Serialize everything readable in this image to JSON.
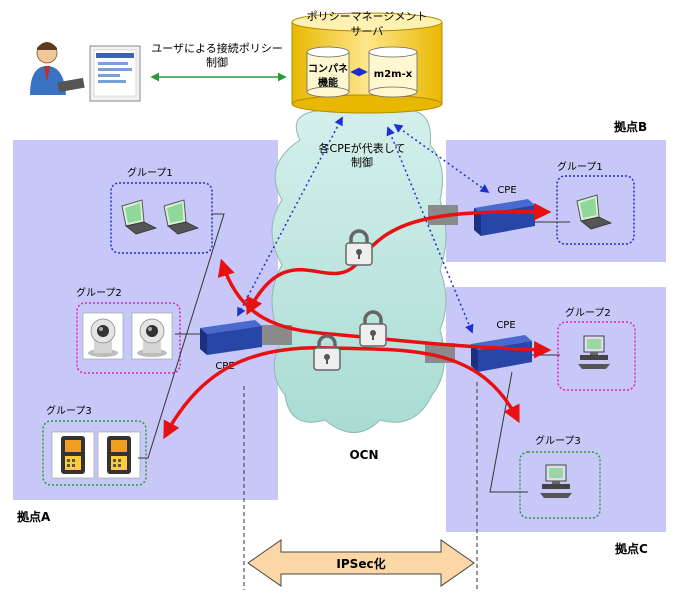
{
  "policy_server": {
    "title_line1": "ポリシーマネージメント",
    "title_line2": "サーバ",
    "module1_line1": "コンパネ",
    "module1_line2": "機能",
    "module2": "m2m-x"
  },
  "user_control": {
    "line1": "ユーザによる接続ポリシー",
    "line2": "制御"
  },
  "cloud": {
    "label": "OCN",
    "note_line1": "各CPEが代表して",
    "note_line2": "制御"
  },
  "sites": {
    "a": {
      "label": "拠点A",
      "cpe": "CPE",
      "groups": [
        "グループ1",
        "グループ2",
        "グループ3"
      ]
    },
    "b": {
      "label": "拠点B",
      "cpe": "CPE",
      "groups": [
        "グループ1"
      ]
    },
    "c": {
      "label": "拠点C",
      "cpe": "CPE",
      "groups": [
        "グループ2",
        "グループ3"
      ]
    }
  },
  "ipsec": {
    "label": "IPSec化"
  },
  "colors": {
    "site_bg": "#c8c8f8",
    "server": "#ffe259",
    "cloud": "#bde6e0",
    "cpe": "#2845a8",
    "tunnel": "#e81010",
    "control": "#2030d0",
    "arrow_fill": "#fbd7a8"
  }
}
